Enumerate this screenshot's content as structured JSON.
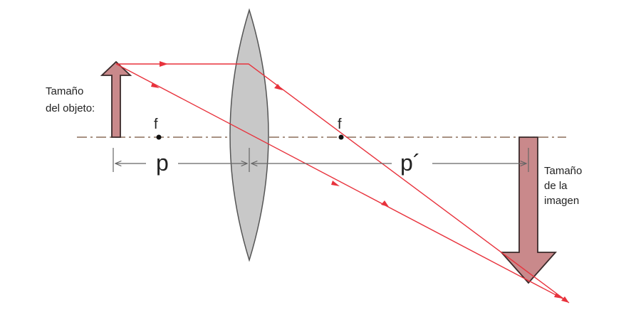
{
  "labels": {
    "object_size_line1": "Tamaño",
    "object_size_line2": "del objeto:",
    "focal_left": "f",
    "focal_right": "f",
    "object_distance": "p",
    "image_distance": "p´",
    "image_size_line1": "Tamaño",
    "image_size_line2": "de la",
    "image_size_line3": "imagen"
  },
  "colors": {
    "ray": "#e8323c",
    "arrow_fill": "#c9898b",
    "arrow_stroke": "#3a2a2a",
    "lens_fill": "#c8c8c8",
    "lens_stroke": "#555555",
    "axis": "#8b6f5a",
    "dimension_line": "#666666"
  }
}
